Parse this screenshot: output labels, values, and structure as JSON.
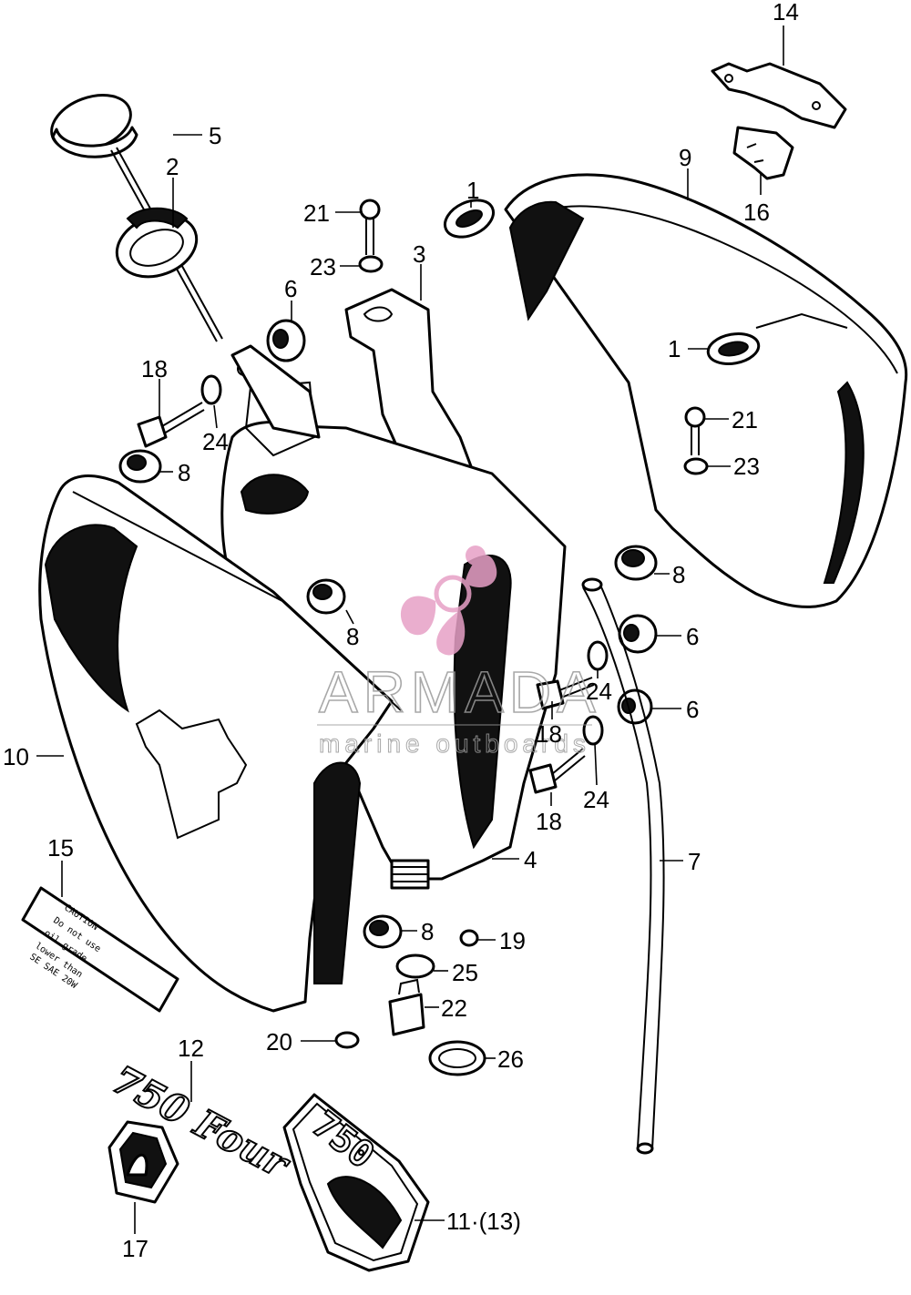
{
  "callouts": [
    "14",
    "5",
    "2",
    "9",
    "1",
    "21",
    "23",
    "3",
    "16",
    "6",
    "1",
    "18",
    "24",
    "8",
    "21",
    "23",
    "8",
    "8",
    "6",
    "10",
    "24",
    "6",
    "18",
    "24",
    "18",
    "4",
    "7",
    "15",
    "8",
    "19",
    "25",
    "22",
    "20",
    "26",
    "12",
    "17",
    "11·(13)"
  ],
  "watermark": {
    "title": "ARMADA",
    "subtitle": "marine outboards"
  },
  "badge_750": "750",
  "emblem_script": "750 Four",
  "label_15_lines": [
    "CAUTION",
    "Do not use",
    "oil grade",
    "lower than",
    "SE SAE 20W"
  ],
  "colors": {
    "line": "#000000",
    "watermark_pink": "#e7a0c6",
    "watermark_gray": "#9a9a9a"
  }
}
